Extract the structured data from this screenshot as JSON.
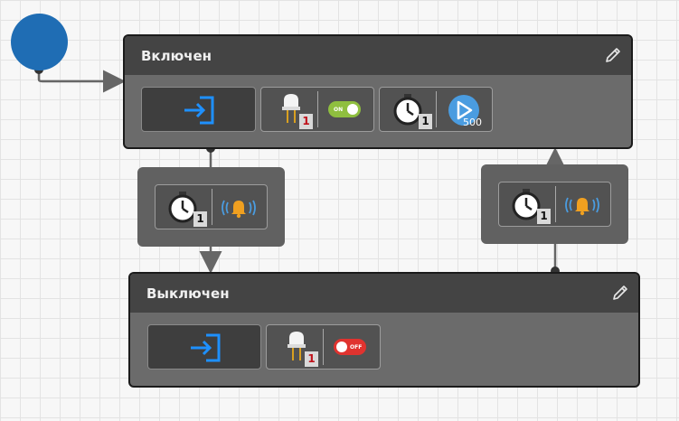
{
  "states": {
    "on": {
      "title": "Включен",
      "led_count": "1",
      "timer_count": "1",
      "delay": "500",
      "toggle_label": "ON"
    },
    "off": {
      "title": "Выключен",
      "led_count": "1",
      "toggle_label": "OFF"
    }
  },
  "transitions": {
    "to_off": {
      "timer_count": "1"
    },
    "to_on": {
      "timer_count": "1"
    }
  },
  "icons": {
    "enter": "enter-icon",
    "led": "led-icon",
    "toggle_on": "toggle-on-icon",
    "toggle_off": "toggle-off-icon",
    "timer": "stopwatch-icon",
    "play": "play-icon",
    "bell": "alarm-bell-icon",
    "edit": "pencil-icon"
  },
  "colors": {
    "start": "#1f6db4",
    "enter_arrow": "#1e90ff",
    "toggle_on": "#8fbf3f",
    "toggle_off": "#e0332f",
    "play": "#4a9ce0",
    "bell": "#f0a020"
  }
}
